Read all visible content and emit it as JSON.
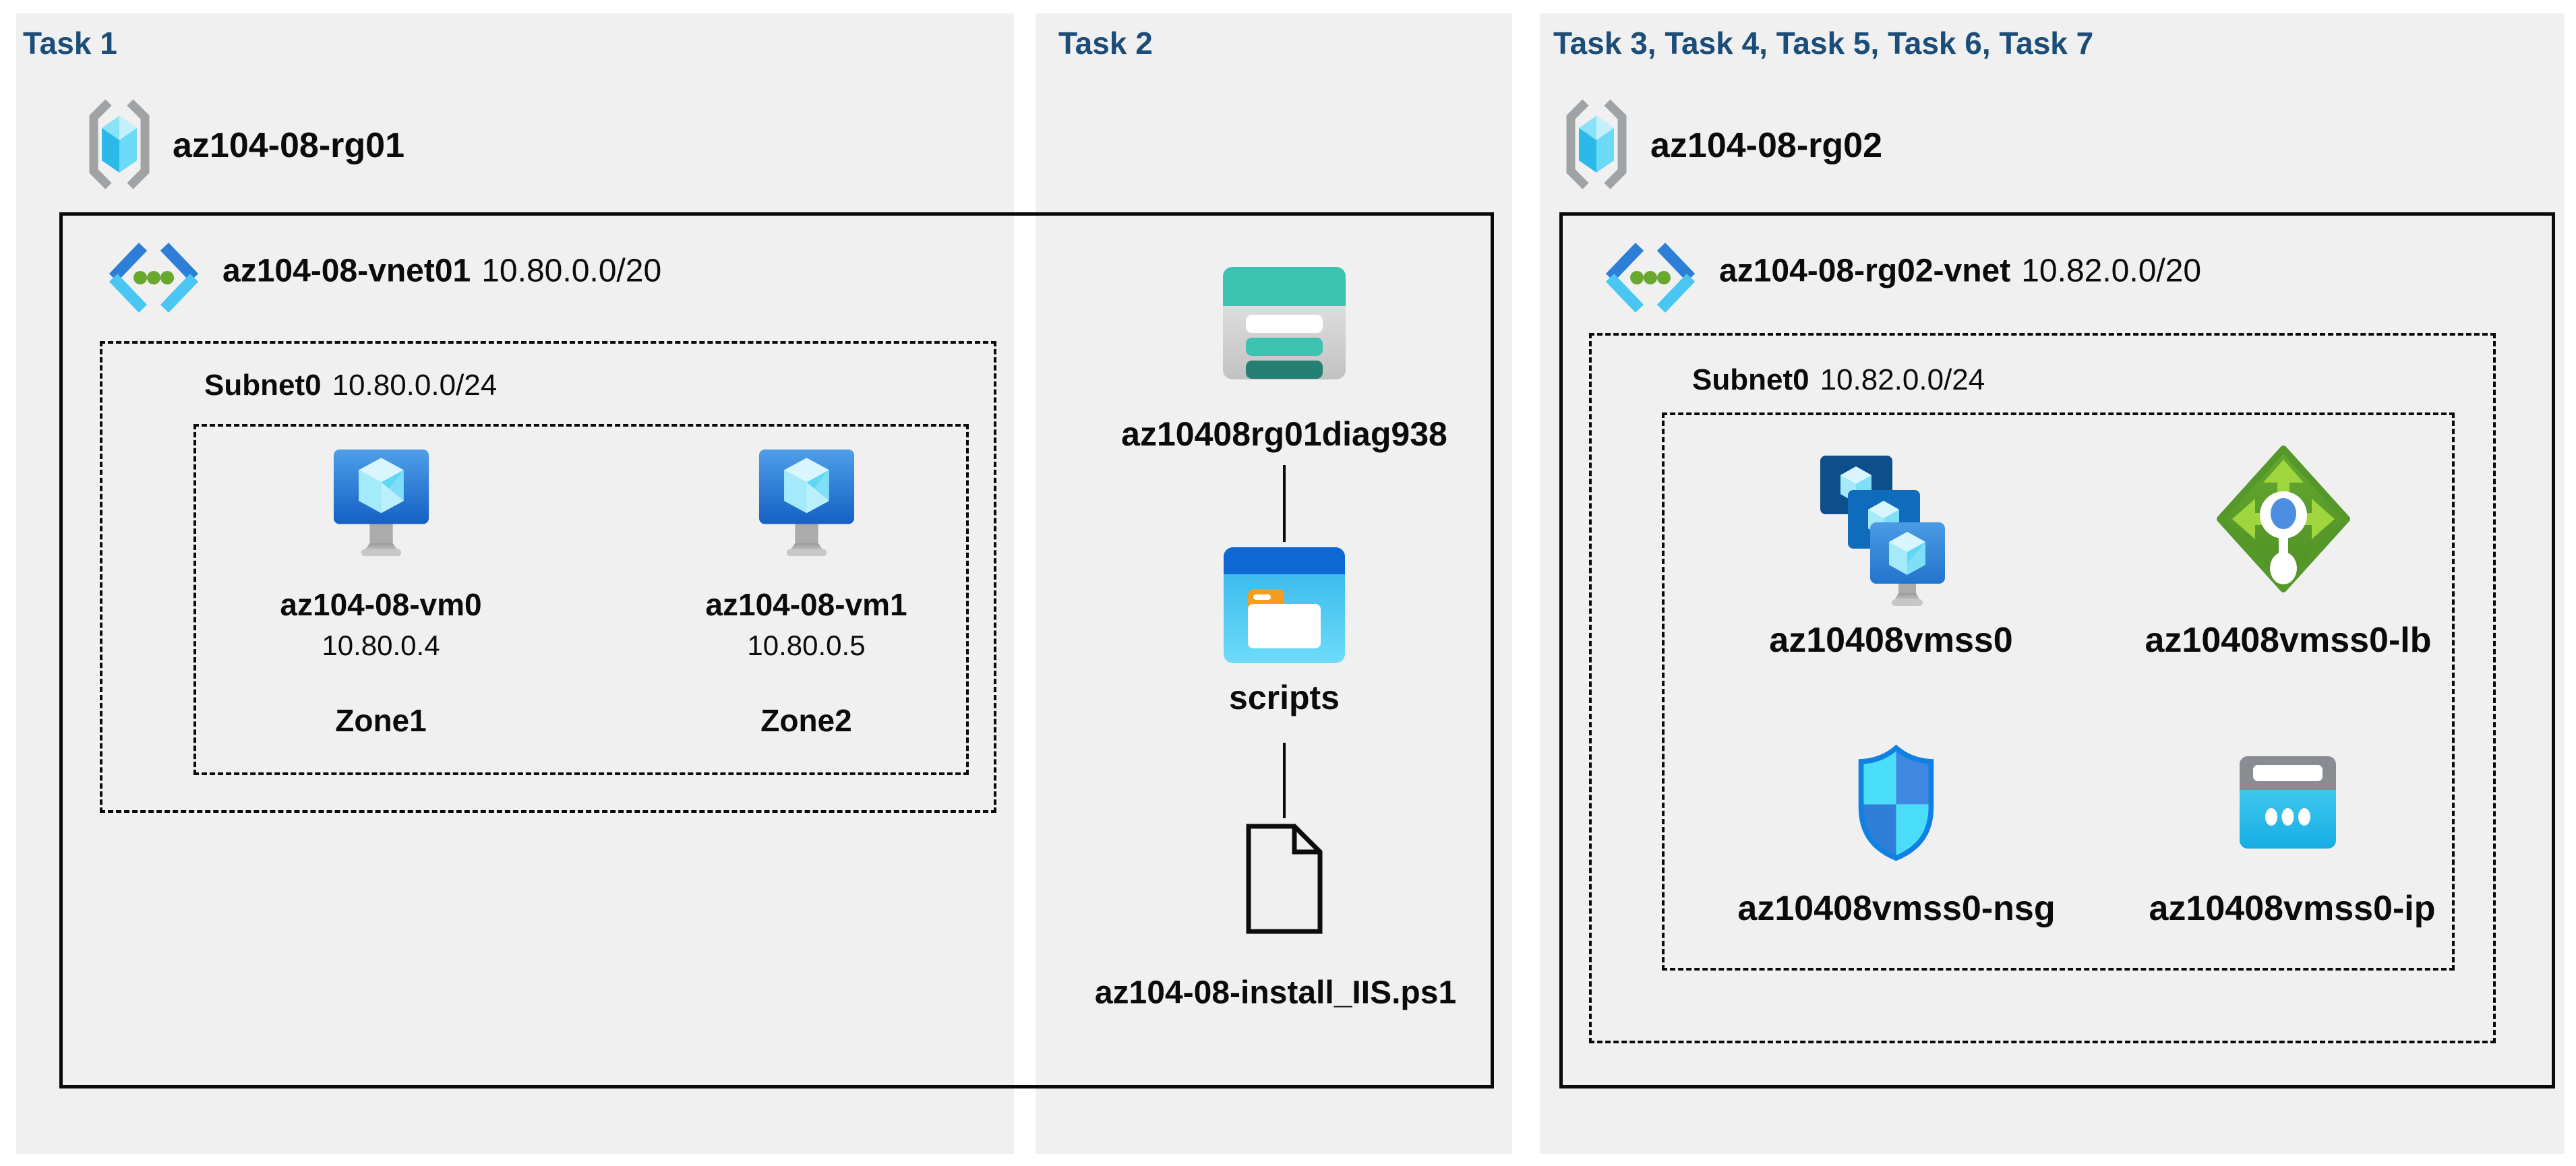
{
  "colors": {
    "panel_bg": "#f0f0f1",
    "title_navy": "#1b4d78",
    "text": "#0b0b0b",
    "border_black": "#0a0a0a",
    "storage_teal": "#3bc2b1",
    "storage_teal_dark": "#267f73",
    "vnet_blue": "#2c7ed6",
    "vnet_cyan": "#4ac6f2",
    "vnet_green": "#68a82e",
    "vm_blue": "#1460c4",
    "lb_green": "#55982a",
    "lb_arrow_green": "#9fd63e",
    "nsg_cyan": "#4adefa",
    "nsg_blue": "#2f7fd9",
    "ip_cyan": "#35c3ee",
    "folder_orange": "#f59d20"
  },
  "task1": {
    "title": "Task 1",
    "resource_group": "az104-08-rg01",
    "vnet_name": "az104-08-vnet01",
    "vnet_cidr": "10.80.0.0/20",
    "subnet_name": "Subnet0",
    "subnet_cidr": "10.80.0.0/24",
    "vms": [
      {
        "name": "az104-08-vm0",
        "ip": "10.80.0.4",
        "zone": "Zone1"
      },
      {
        "name": "az104-08-vm1",
        "ip": "10.80.0.5",
        "zone": "Zone2"
      }
    ]
  },
  "task2": {
    "title": "Task 2",
    "storage_account": "az10408rg01diag938",
    "container": "scripts",
    "script_file": "az104-08-install_IIS.ps1"
  },
  "task3": {
    "title": "Task 3, Task 4, Task 5, Task 6, Task 7",
    "resource_group": "az104-08-rg02",
    "vnet_name": "az104-08-rg02-vnet",
    "vnet_cidr": "10.82.0.0/20",
    "subnet_name": "Subnet0",
    "subnet_cidr": "10.82.0.0/24",
    "vmss": {
      "name": "az10408vmss0"
    },
    "load_balancer": {
      "name": "az10408vmss0-lb"
    },
    "nsg": {
      "name": "az10408vmss0-nsg"
    },
    "public_ip": {
      "name": "az10408vmss0-ip"
    }
  }
}
